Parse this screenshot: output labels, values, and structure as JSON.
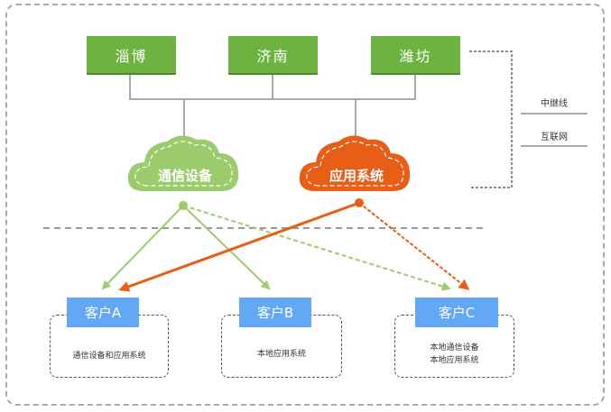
{
  "cities": [
    {
      "label": "淄博"
    },
    {
      "label": "济南"
    },
    {
      "label": "潍坊"
    }
  ],
  "clouds": [
    {
      "label": "通信设备",
      "color": "#9ccb6e"
    },
    {
      "label": "应用系统",
      "color": "#e85e17"
    }
  ],
  "legend": [
    {
      "label": "中继线"
    },
    {
      "label": "互联网"
    }
  ],
  "clients": [
    {
      "label": "客户A",
      "desc": [
        "通信设备和应用系统"
      ]
    },
    {
      "label": "客户B",
      "desc": [
        "本地应用系统"
      ]
    },
    {
      "label": "客户C",
      "desc": [
        "本地通信设备",
        "本地应用系统"
      ]
    }
  ],
  "colors": {
    "city_green": "#6db33f",
    "client_blue": "#62a8f5",
    "line_green": "#9ccb6e",
    "line_orange": "#e85e17",
    "connector_gray": "#aaaaaa"
  }
}
